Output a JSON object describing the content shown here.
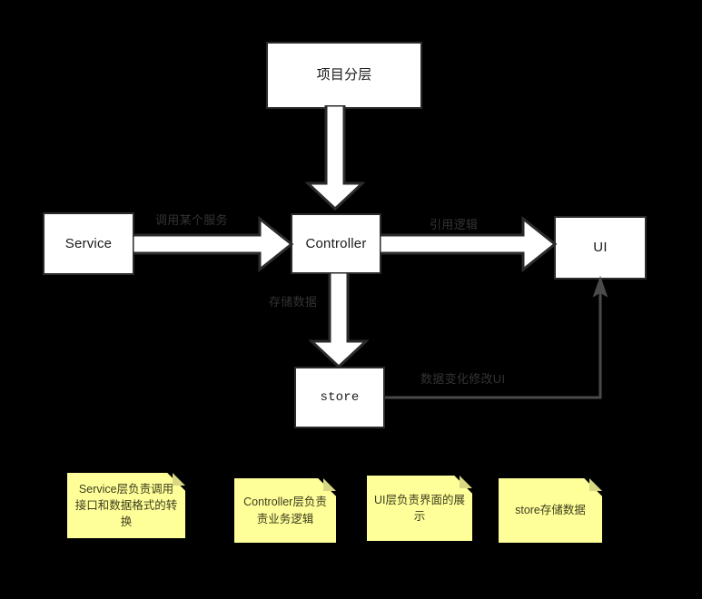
{
  "diagram": {
    "title_box": {
      "label": "项目分层"
    },
    "nodes": [
      {
        "id": "service",
        "label": "Service"
      },
      {
        "id": "controller",
        "label": "Controller"
      },
      {
        "id": "ui",
        "label": "UI"
      },
      {
        "id": "store",
        "label": "store"
      }
    ],
    "edges": [
      {
        "id": "top-to-controller",
        "label": ""
      },
      {
        "id": "service-to-controller",
        "label": "调用某个服务"
      },
      {
        "id": "controller-to-ui",
        "label": "引用逻辑"
      },
      {
        "id": "controller-to-store",
        "label": "存储数据"
      },
      {
        "id": "store-to-ui",
        "label": "数据变化修改UI"
      }
    ],
    "notes": [
      {
        "id": "note-service",
        "text": "Service层负责调用接口和数据格式的转换"
      },
      {
        "id": "note-controller",
        "text": "Controller层负责责业务逻辑"
      },
      {
        "id": "note-ui",
        "text": "UI层负责界面的展示"
      },
      {
        "id": "note-store",
        "text": "store存储数据"
      }
    ],
    "colors": {
      "background": "#000000",
      "node_fill": "#ffffff",
      "node_stroke": "#2b2b2b",
      "arrow_fill": "#ffffff",
      "arrow_stroke": "#2b2b2b",
      "label_text": "#333333",
      "note_fill": "#ffff99",
      "note_fold": "#d8d882",
      "note_text": "#3d3d1f"
    }
  }
}
